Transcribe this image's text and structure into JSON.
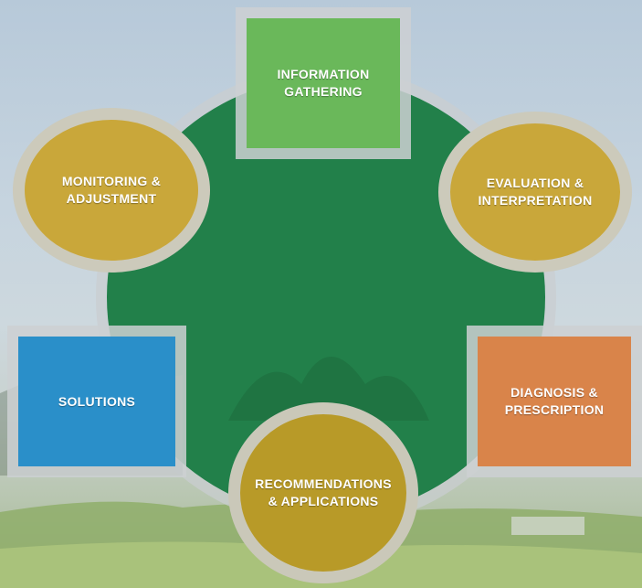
{
  "diagram": {
    "colors": {
      "cycle_background": "#22804a",
      "square_green": "#6ab85a",
      "circle_gold": "#c9a73a",
      "square_orange": "#d9844a",
      "square_blue": "#2a8fc9",
      "circle_gold_dark": "#b89a28"
    },
    "steps": [
      {
        "label": "INFORMATION\nGATHERING",
        "shape": "square",
        "color": "#6ab85a"
      },
      {
        "label": "EVALUATION &\nINTERPRETATION",
        "shape": "circle",
        "color": "#c9a73a"
      },
      {
        "label": "DIAGNOSIS &\nPRESCRIPTION",
        "shape": "square",
        "color": "#d9844a"
      },
      {
        "label": "RECOMMENDATIONS\n& APPLICATIONS",
        "shape": "circle",
        "color": "#b89a28"
      },
      {
        "label": "SOLUTIONS",
        "shape": "square",
        "color": "#2a8fc9"
      },
      {
        "label": "MONITORING &\nADJUSTMENT",
        "shape": "circle",
        "color": "#c9a73a"
      }
    ]
  }
}
